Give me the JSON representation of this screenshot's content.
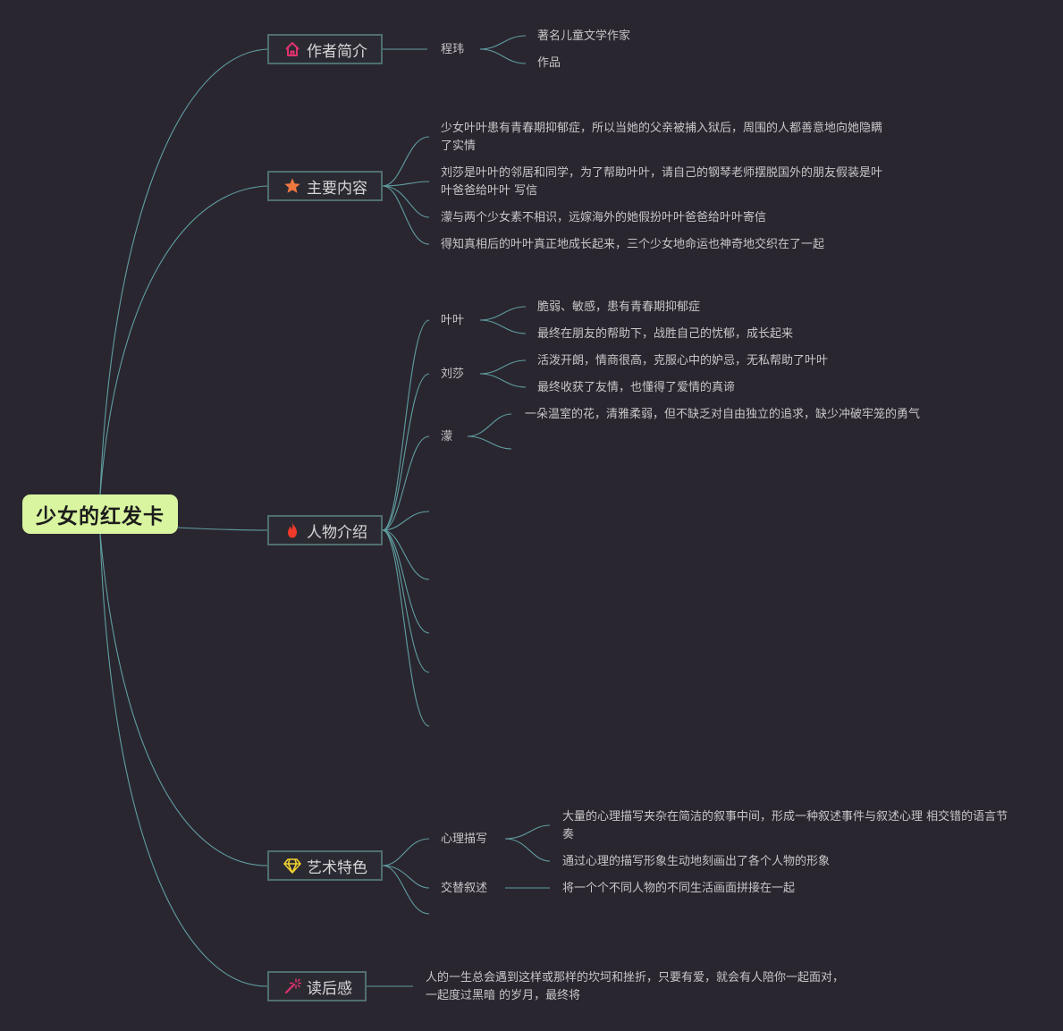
{
  "root": {
    "label": "少女的红发卡"
  },
  "branches": {
    "author": {
      "label": "作者简介",
      "icon": "house-icon",
      "icon_color": "#e0326e",
      "name": "程玮",
      "details": [
        "著名儿童文学作家",
        "作品"
      ]
    },
    "content": {
      "label": "主要内容",
      "icon": "star-icon",
      "icon_color": "#f07840",
      "items": [
        "少女叶叶患有青春期抑郁症，所以当她的父亲被捕入狱后，周围的人都善意地向她隐瞒了实情",
        "刘莎是叶叶的邻居和同学，为了帮助叶叶，请自己的钢琴老师摆脱国外的朋友假装是叶叶爸爸给叶叶 写信",
        "濛与两个少女素不相识，远嫁海外的她假扮叶叶爸爸给叶叶寄信",
        "得知真相后的叶叶真正地成长起来，三个少女地命运也神奇地交织在了一起"
      ]
    },
    "characters": {
      "label": "人物介绍",
      "icon": "fire-icon",
      "icon_color": "#f03a2a",
      "people": [
        {
          "name": "叶叶",
          "traits": [
            "脆弱、敏感，患有青春期抑郁症",
            "最终在朋友的帮助下，战胜自己的忧郁，成长起来"
          ]
        },
        {
          "name": "刘莎",
          "traits": [
            "活泼开朗，情商很高，克服心中的妒忌，无私帮助了叶叶",
            "最终收获了友情，也懂得了爱情的真谛"
          ]
        },
        {
          "name": "濛",
          "traits": [
            "一朵温室的花，清雅柔弱，但不缺乏对自由独立的追求，缺少冲破牢笼的勇气",
            ""
          ]
        }
      ]
    },
    "art": {
      "label": "艺术特色",
      "icon": "diamond-icon",
      "icon_color": "#f0d030",
      "features": [
        {
          "name": "心理描写",
          "details": [
            "大量的心理描写夹杂在简洁的叙事中间，形成一种叙述事件与叙述心理 相交错的语言节奏",
            "通过心理的描写形象生动地刻画出了各个人物的形象"
          ]
        },
        {
          "name": "交替叙述",
          "details": [
            "将一个个不同人物的不同生活画面拼接在一起"
          ]
        }
      ]
    },
    "reflection": {
      "label": "读后感",
      "icon": "magic-wand-icon",
      "icon_color": "#e0326e",
      "text": "人的一生总会遇到这样或那样的坎坷和挫折，只要有爱，就会有人陪你一起面对，一起度过黑暗 的岁月，最终将"
    }
  }
}
